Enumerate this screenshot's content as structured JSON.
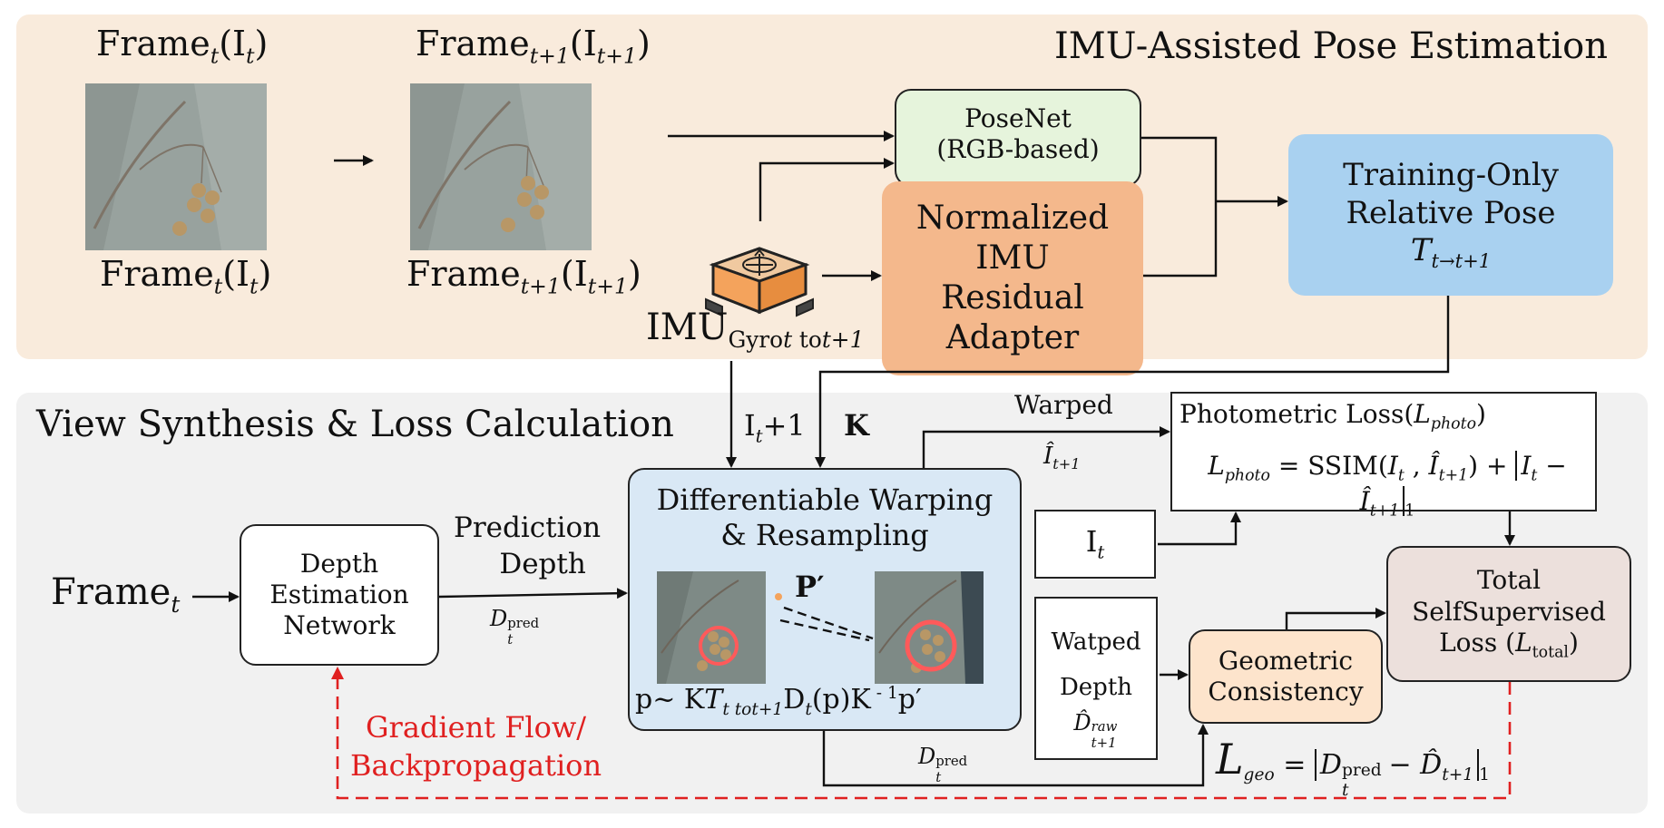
{
  "sections": {
    "top_title": "IMU-Assisted Pose Estimation",
    "bottom_title": "View Synthesis & Loss Calculation"
  },
  "frames": {
    "frame_t_base": "Frame",
    "frame_t_sub": "t",
    "frame_t_arg": "(I",
    "frame_t_arg_sub": "t",
    "frame_t_close": ")",
    "frame_t1_base": "Frame",
    "frame_t1_sub": "t+1",
    "frame_t1_arg": "(I",
    "frame_t1_arg_sub": "t+1",
    "frame_t1_close": ")"
  },
  "imu": {
    "label": "IMU",
    "sub": "Gyro",
    "sub_t": "t",
    "sub_mid": " to",
    "sub_t1": "t+1"
  },
  "posenet": {
    "line1": "PoseNet",
    "line2": "(RGB-based)"
  },
  "adapter": {
    "line1": "Normalized",
    "line2": "IMU",
    "line3": "Residual",
    "line4": "Adapter"
  },
  "relative_pose": {
    "line1": "Training-Only",
    "line2": "Relative Pose",
    "symbol": "T",
    "symbol_sub": "t→t+1"
  },
  "inputs": {
    "it1_base": "I",
    "it1_sub": "t",
    "it1_suffix": "+1",
    "k": "K"
  },
  "warping": {
    "line1": "Differentiable Warping",
    "line2": "& Resampling",
    "p_prime": "P′",
    "formula_p": "p~ K",
    "formula_T": "T",
    "formula_T_sub": "t to",
    "formula_T_sub2": "t+1",
    "formula_D": "D",
    "formula_D_sub": "t",
    "formula_rest": "(p)K",
    "formula_exp": " - 1",
    "formula_end": "p′"
  },
  "depth_net": {
    "line1": "Depth",
    "line2": "Estimation",
    "line3": "Network"
  },
  "frame_input": {
    "base": "Frame",
    "sub": "t"
  },
  "prediction": {
    "line1": "Prediction",
    "line2": "Depth",
    "sym": "D",
    "sym_sub": "t",
    "sym_sup": "pred"
  },
  "warped": {
    "label": "Warped",
    "sym": "Î",
    "sym_sub": "t+1"
  },
  "photometric": {
    "title": "Photometric Loss(",
    "title_sym": "L",
    "title_sub": "photo",
    "title_close": ")",
    "eq_L": "L",
    "eq_L_sub": "photo",
    "eq_mid": " = SSIM(",
    "eq_I": "I",
    "eq_I_sub": "t",
    "eq_comma": " , ",
    "eq_Ihat": "Î",
    "eq_Ihat_sub": "t+1",
    "eq_plus": ") + ",
    "eq_abs_I": "I",
    "eq_abs_I_sub": "t",
    "eq_minus": " − ",
    "eq_abs_Ihat": "Î",
    "eq_abs_Ihat_sub": "t+1",
    "eq_norm": "1"
  },
  "it_box": {
    "base": "I",
    "sub": "t"
  },
  "watped": {
    "line1": "Watped",
    "line2": "Depth",
    "sym": "D̂",
    "sym_sub": "t+1",
    "sym_sup": "raw"
  },
  "geometric": {
    "line1": "Geometric",
    "line2": "Consistency"
  },
  "total_loss": {
    "line1": "Total",
    "line2": "SelfSupervised",
    "line3a": "Loss (",
    "line3_sym": "L",
    "line3_sub": "total",
    "line3b": ")"
  },
  "bottom_pred": {
    "sym": "D",
    "sym_sub": "t",
    "sym_sup": "pred"
  },
  "geo_eq": {
    "L": "L",
    "L_sub": "geo",
    "eq": " = ",
    "D": "D",
    "D_sub": "t",
    "D_sup": "pred",
    "minus": " − ",
    "Dhat": "D̂",
    "Dhat_sub": "t+1",
    "norm": "1"
  },
  "gradient": {
    "line1": "Gradient Flow/",
    "line2": "Backpropagation"
  },
  "colors": {
    "top_panel": "#f9ebdc",
    "bottom_panel": "#f1f1f1",
    "posenet": "#e6f4dc",
    "adapter": "#f4b88c",
    "relative_pose": "#a9d1f0",
    "warping": "#d9e8f5",
    "geometric": "#fde4cc",
    "total_loss": "#ece0dc",
    "gradient": "#e02020"
  }
}
